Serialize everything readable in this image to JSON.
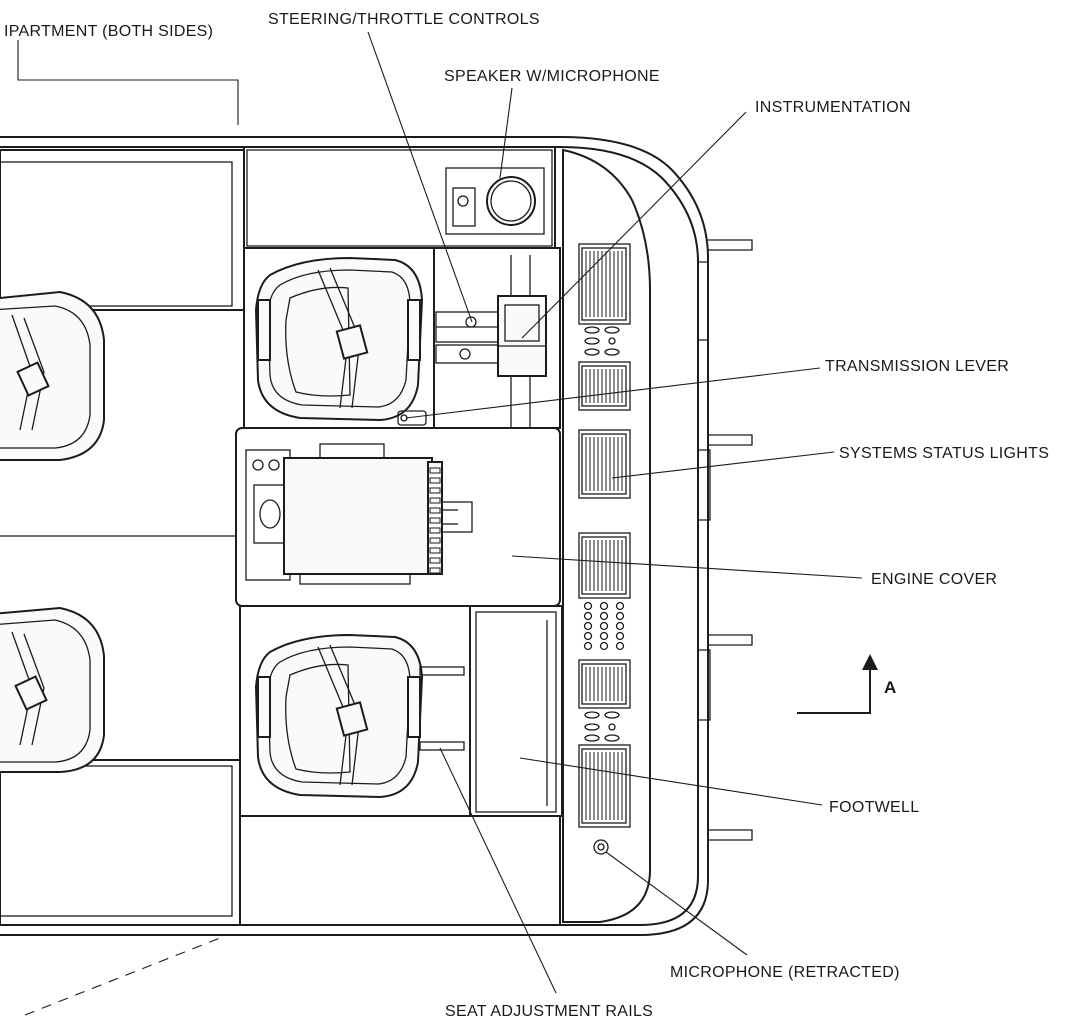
{
  "labels": {
    "compartment": "IPARTMENT (BOTH SIDES)",
    "steering": "STEERING/THROTTLE CONTROLS",
    "speaker": "SPEAKER W/MICROPHONE",
    "instrumentation": "INSTRUMENTATION",
    "transmission": "TRANSMISSION LEVER",
    "status_lights": "SYSTEMS STATUS LIGHTS",
    "engine_cover": "ENGINE COVER",
    "footwell": "FOOTWELL",
    "microphone": "MICROPHONE (RETRACTED)",
    "seat_rails": "SEAT ADJUSTMENT RAILS",
    "direction": "A"
  },
  "colors": {
    "ink": "#1c1c1c",
    "paper": "#ffffff"
  }
}
